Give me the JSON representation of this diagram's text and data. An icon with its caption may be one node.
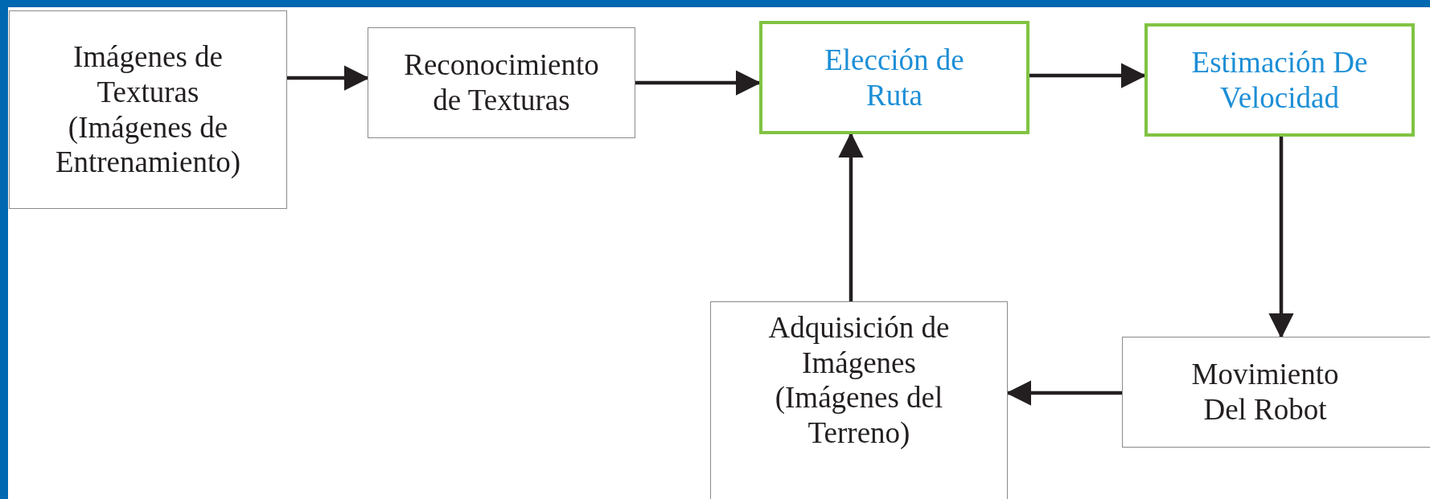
{
  "diagram": {
    "nodes": [
      {
        "text": [
          "Imágenes de Texturas (Imágenes de Entrenamiento)"
        ]
      },
      {
        "text": [
          "Reconocimiento de Texturas"
        ]
      },
      {
        "text": [
          "Elección de Ruta"
        ]
      },
      {
        "text": [
          "Estimación De Velocidad"
        ]
      },
      {
        "text": [
          "Adquisición de Imágenes (Imágenes del Terreno)"
        ]
      },
      {
        "text": [
          "Movimiento Del Robot"
        ]
      }
    ],
    "edges": [
      {
        "from": 0,
        "to": 1,
        "arrow": "to"
      },
      {
        "from": 1,
        "to": 2,
        "arrow": "to"
      },
      {
        "from": 2,
        "to": 3,
        "arrow": "to"
      },
      {
        "from": 3,
        "to": 5,
        "arrow": "to"
      },
      {
        "from": 5,
        "to": 4,
        "arrow": "to"
      },
      {
        "from": 4,
        "to": 2,
        "arrow": "to"
      }
    ]
  }
}
